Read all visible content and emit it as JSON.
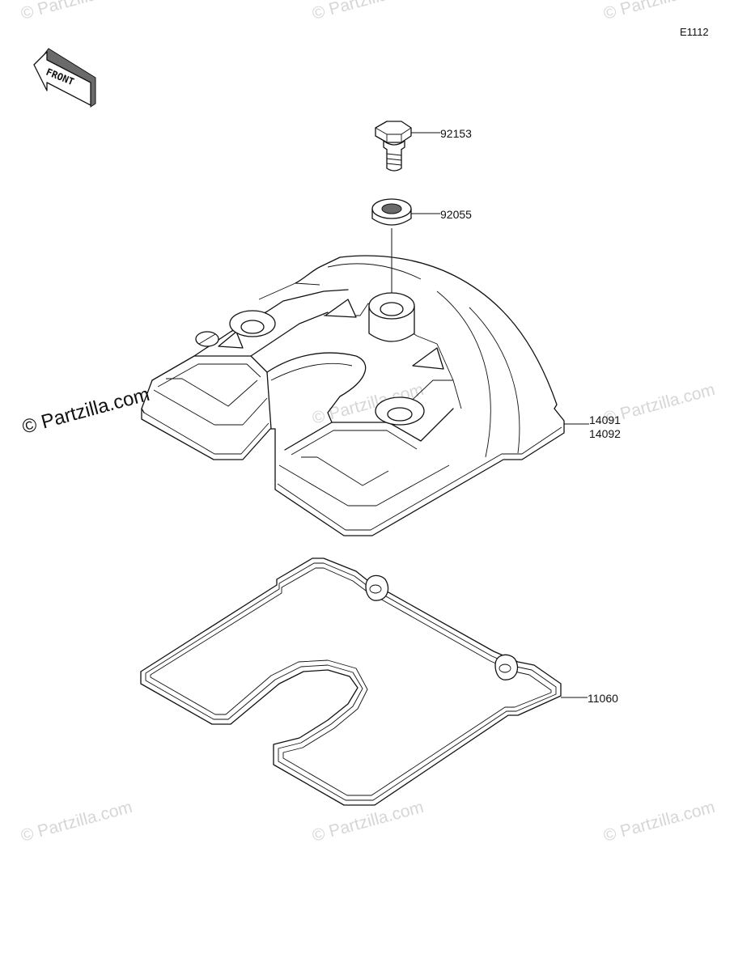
{
  "diagram_code": "E1112",
  "orientation": {
    "label": "FRONT",
    "icon": "front-arrow-icon"
  },
  "watermark_main": "© Partzilla.com",
  "watermark_faint": "© Partzilla.com",
  "parts": [
    {
      "number": "92153"
    },
    {
      "number": "92055"
    },
    {
      "number": "14091"
    },
    {
      "number": "14092"
    },
    {
      "number": "11060"
    }
  ]
}
